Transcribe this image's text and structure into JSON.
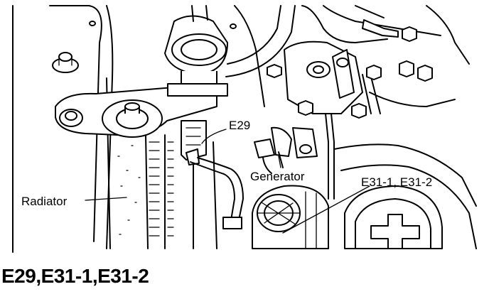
{
  "diagram": {
    "labels": {
      "e29": "E29",
      "generator": "Generator",
      "radiator": "Radiator",
      "e31": "E31-1, E31-2"
    },
    "caption": "E29,E31-1,E31-2"
  }
}
